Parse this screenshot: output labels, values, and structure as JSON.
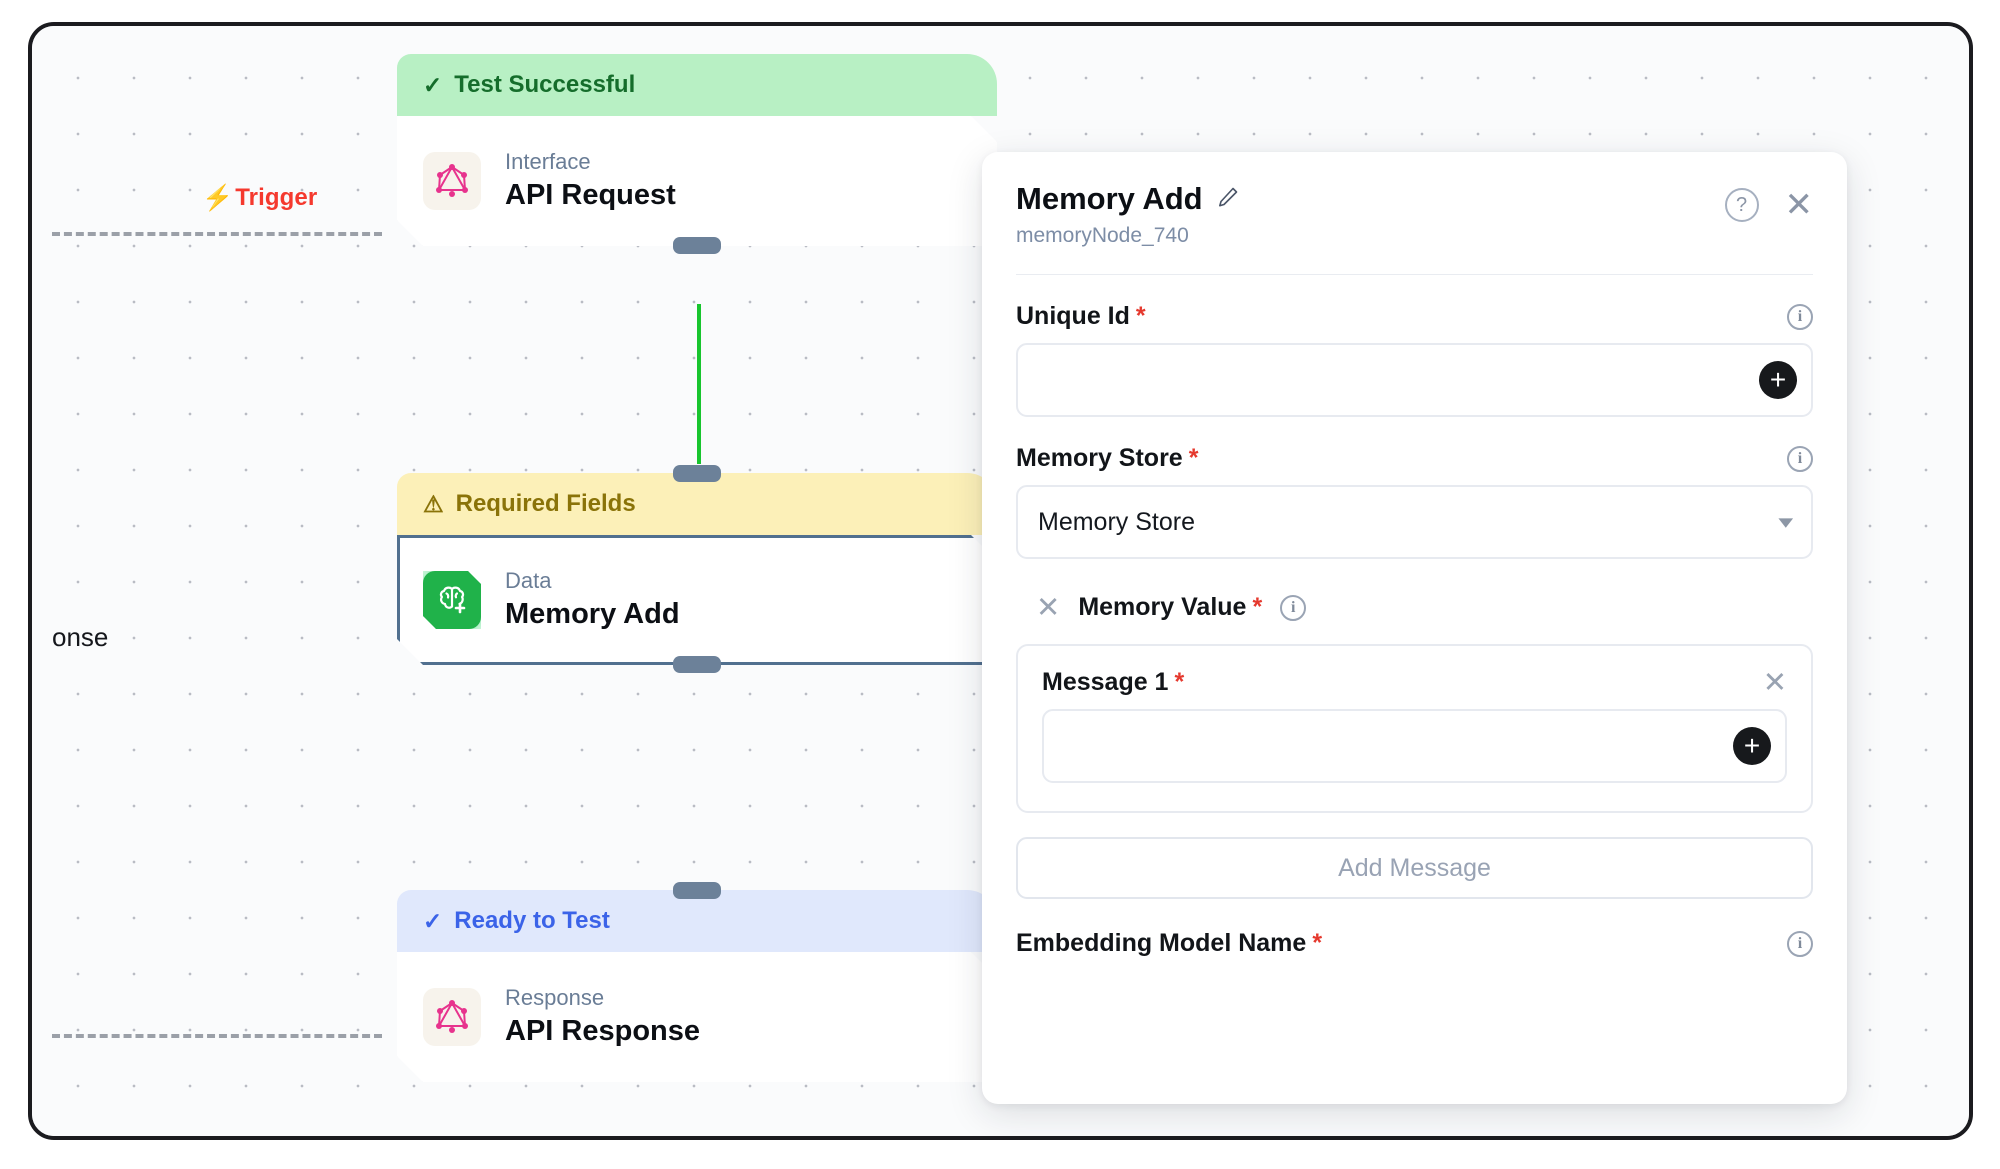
{
  "canvas": {
    "trigger_label": "Trigger",
    "trigger_icon": "lightning-bolt-icon",
    "clipped_response_label": "onse"
  },
  "nodes": [
    {
      "status_label": "Test Successful",
      "status_glyph": "✓",
      "status_type": "success",
      "category": "Interface",
      "title": "API Request",
      "icon": "graphql-icon"
    },
    {
      "status_label": "Required Fields",
      "status_glyph": "⚠",
      "status_type": "warning",
      "category": "Data",
      "title": "Memory Add",
      "icon": "brain-plus-icon"
    },
    {
      "status_label": "Ready to Test",
      "status_glyph": "✓",
      "status_type": "ready",
      "category": "Response",
      "title": "API Response",
      "icon": "graphql-icon"
    }
  ],
  "panel": {
    "title": "Memory Add",
    "edit_icon": "pencil-icon",
    "subtitle": "memoryNode_740",
    "help_icon": "?",
    "close_icon": "✕",
    "fields": {
      "unique_id": {
        "label": "Unique Id",
        "required_marker": "*",
        "value": "",
        "placeholder": "",
        "add_button": "+"
      },
      "memory_store": {
        "label": "Memory Store",
        "required_marker": "*",
        "selected": "Memory Store",
        "chevron": "⌄"
      },
      "memory_value": {
        "label": "Memory Value",
        "required_marker": "*",
        "remove_icon": "✕"
      },
      "message_1": {
        "label": "Message 1",
        "required_marker": "*",
        "remove_icon": "✕",
        "value": "",
        "placeholder": "",
        "add_button": "+"
      },
      "add_message_label": "Add Message",
      "embedding_model": {
        "label": "Embedding Model Name",
        "required_marker": "*"
      }
    }
  },
  "colors": {
    "success_bg": "#b8f0c4",
    "success_text": "#156d2b",
    "warning_bg": "#fcf0b8",
    "warning_text": "#8a7309",
    "ready_bg": "#e0e8fc",
    "ready_text": "#3b63e8",
    "trigger_red": "#f5392e",
    "edge_green": "#18c52e",
    "handle_slate": "#6c8199",
    "memory_green": "#20b24a",
    "graphql_pink": "#e7338d",
    "required_red": "#e5392e"
  }
}
